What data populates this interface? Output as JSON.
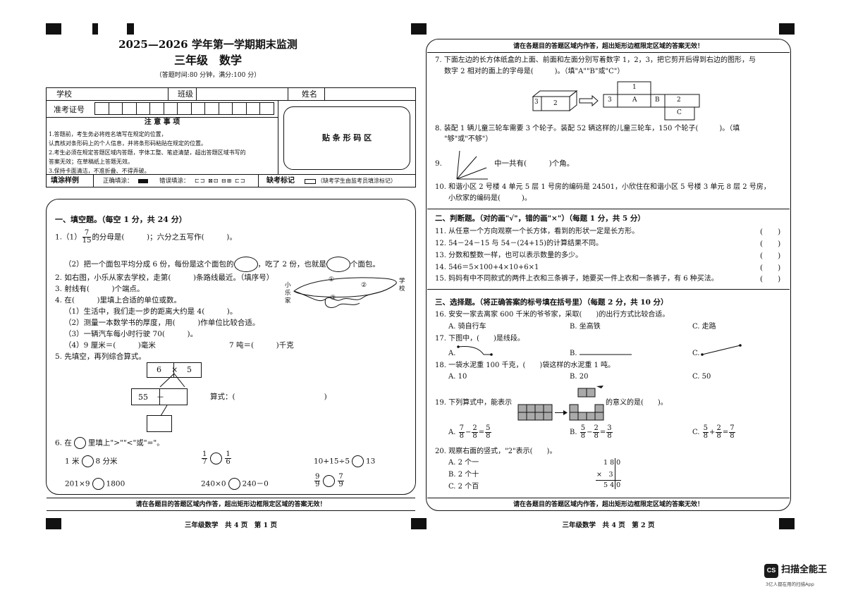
{
  "left": {
    "title": "2025—2026 学年第一学期期末监测",
    "subtitle": "三年级　数学",
    "time_note": "（答题时间:80 分钟，满分:100 分）",
    "school_label": "学校",
    "class_label": "班级",
    "name_label": "姓名",
    "exam_no_label": "准考证号",
    "notice_title": "注 意 事 项",
    "notice_lines": [
      "1.答题前，考生务必将姓名填写在规定的位置，",
      "认真核对条形码上的个人信息，并将条形码粘贴在规定的位置。",
      "2.考生必须在规定答题区域内答题，字体工整、笔迹清楚，超出答题区域书写的",
      "答案无效；在草稿纸上答题无效。",
      "3.保持卡面清洁，不准折叠、不得弄破。"
    ],
    "barcode_label": "贴 条 形 码 区",
    "sample_label": "填涂样例",
    "correct_label": "正确填涂：",
    "wrong_label": "错误填涂：",
    "absent_label": "缺考标记",
    "absent_note": "（缺考学生由监考员填涂标记）",
    "sec1": "一、填空题。（每空 1 分，共 24 分）",
    "q1a_pre": "1.（1）",
    "q1a_num": "7",
    "q1a_den": "15",
    "q1a_post": "的分母是(　　　)；六分之五写作(　　　)。",
    "q1b_pre": "（2）把一个面包平均分成 6 份，每份是这个面包的",
    "q1b_mid": "，吃了 2 份，也就是",
    "q1b_post": "个面包。",
    "q2": "2. 如右图，小乐从家去学校，走第(　　　)条路线最近。（填序号）",
    "q3": "3. 射线有(　　　)个端点。",
    "q4": "4. 在(　　　)里填上合适的单位或数。",
    "q4_1": "（1）生活中，我们走一步的距离大约是 4(　　　)。",
    "q4_2": "（2）测量一本数学书的厚度，用(　　　)作单位比较合适。",
    "q4_3": "（3）一辆汽车每小时行驶 70(　　　)。",
    "q4_4a": "（4）9 厘米＝(　　　)毫米",
    "q4_4b": "7 吨＝(　　　)千克",
    "q5": "5. 先填空，再列综合算式。",
    "q5_a": "6",
    "q5_times": "×",
    "q5_b": "5",
    "q5_c": "55",
    "q5_minus": "－",
    "q5_formula": "算式：(　　　　　　　　　　　　)",
    "map_home": "小乐家",
    "map_school": "学校",
    "map_r1": "①",
    "map_r2": "②",
    "map_r3": "③",
    "q6": "6. 在",
    "q6_post": "里填上\">\"\"<\"或\"=\"。",
    "c1l": "1 米",
    "c1r": "8 分米",
    "c2l_num": "1",
    "c2l_den": "7",
    "c2r_num": "1",
    "c2r_den": "6",
    "c3l": "10+15÷5",
    "c3r": "13",
    "c4l": "201×9",
    "c4r": "1800",
    "c5l": "240×0",
    "c5r": "240－0",
    "c6l_num": "9",
    "c6l_den": "9",
    "c6r_num": "7",
    "c6r_den": "9",
    "bottom_warn": "请在各题目的答题区域内作答，超出矩形边框限定区域的答案无效！",
    "footer": "三年级数学　共 4 页　第 1 页"
  },
  "right": {
    "top_warn": "请在各题目的答题区域内作答，超出矩形边框限定区域的答案无效！",
    "q7": "7. 下面左边的长方体纸盒的上面、前面和左面分别写着数字 1，2，3，把它剪开后得到右边的图形，与",
    "q7b": "数字 2 相对的面上的字母是(　　　)。（填\"A\"\"B\"或\"C\"）",
    "q7_n1": "1",
    "q7_n2": "2",
    "q7_n3": "3",
    "q7_A": "A",
    "q7_B": "B",
    "q7_C": "C",
    "q8": "8. 装配 1 辆儿童三轮车需要 3 个轮子。装配 52 辆这样的儿童三轮车，150 个轮子(　　　)。（填",
    "q8b": "\"够\"或\"不够\"）",
    "q9": "9.",
    "q9b": "中一共有(　　　)个角。",
    "q10": "10. 和谐小区 2 号楼 4 单元 5 层 1 号房的编码是 24501，小欣住在和谐小区 5 号楼 3 单元 8 层 2 号房，",
    "q10b": "小欣家的编码是(　　　)。",
    "sec2": "二、判断题。（对的画\"√\"，错的画\"×\"）（每题 1 分，共 5 分）",
    "q11": "11. 从任意一个方向观察一个长方体，看到的形状一定是长方形。",
    "q12": "12. 54－24－15 与 54－(24+15)的计算结果不同。",
    "q13": "13. 分数和整数一样，也可以表示数量的多少。",
    "q14": "14. 546＝5×100+4×10+6×1",
    "q15": "15. 妈妈有中不同款式的两件上衣和三条裤子，她要买一件上衣和一条裤子，有 6 种买法。",
    "judge_paren": "(　　)",
    "sec3": "三、选择题。（将正确答案的标号填在括号里）（每题 2 分，共 10 分）",
    "q16": "16. 安安一家去离家 600 千米的爷爷家，采取(　　)的出行方式比较合适。",
    "q16a": "A. 骑自行车",
    "q16b": "B. 坐高铁",
    "q16c": "C. 走路",
    "q17": "17. 下图中，(　　)是线段。",
    "q17a": "A.",
    "q17b": "B.",
    "q17c": "C.",
    "q18": "18. 一袋水泥重 100 千克，(　　)袋这样的水泥重 1 吨。",
    "q18a": "A. 10",
    "q18b": "B. 20",
    "q18c": "C. 50",
    "q19": "19. 下列算式中，能表示",
    "q19b": "的意义的是(　　)。",
    "q19a_pre": "A.",
    "q19b_pre": "B.",
    "q19c_pre": "C.",
    "f7": "7",
    "f8": "8",
    "f2": "2",
    "f5": "5",
    "f3": "3",
    "q20": "20. 观察右面的竖式，\"2\"表示(　　)。",
    "q20a": "A. 2 个一",
    "q20b": "B. 2 个十",
    "q20c": "C. 2 个百",
    "v_top": "1 8 0",
    "v_mul": "×　3",
    "v_res": "5 4 0",
    "bottom_warn": "请在各题目的答题区域内作答，超出矩形边框限定区域的答案无效！",
    "footer": "三年级数学　共 4 页　第 2 页"
  },
  "watermark": {
    "logo": "CS",
    "app": "扫描全能王",
    "tag": "3亿人都在用的扫描App"
  }
}
